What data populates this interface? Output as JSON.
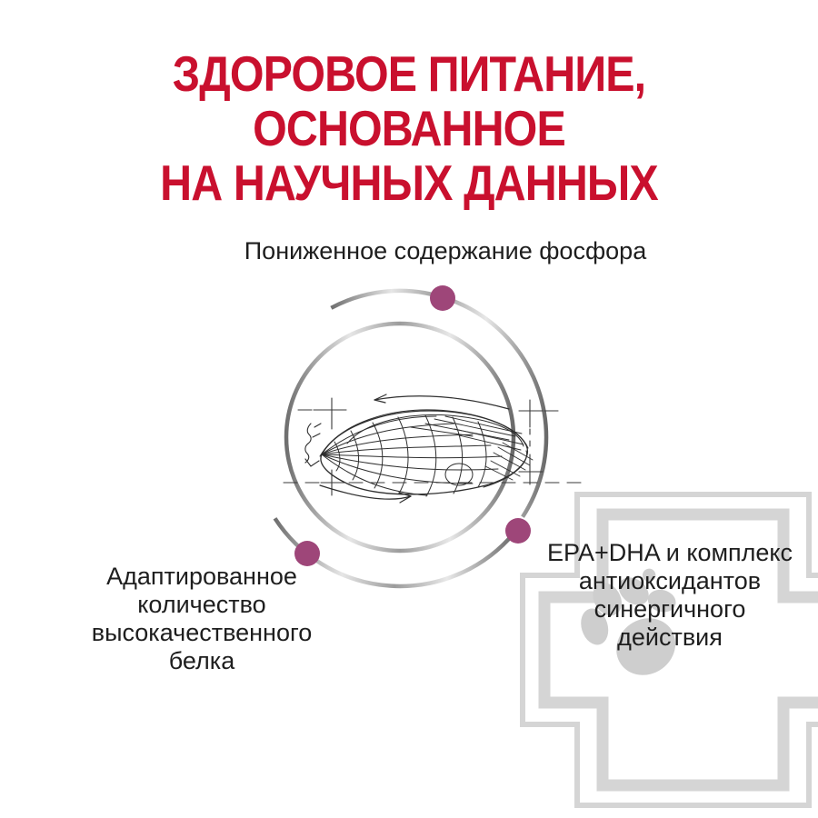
{
  "page": {
    "background": "#ffffff"
  },
  "title": {
    "line1": "ЗДОРОВОЕ ПИТАНИЕ, ОСНОВАННОЕ",
    "line2": "НА НАУЧНЫХ ДАННЫХ",
    "color": "#c9102e"
  },
  "diagram": {
    "illustration": "kibble-blueprint-sketch",
    "dot_color": "#9e4679",
    "ring_color_range": [
      "#6f6f6f",
      "#e8e8e8"
    ],
    "callouts": [
      {
        "id": "phosphorus",
        "position": "top",
        "text": "Пониженное содержание фосфора"
      },
      {
        "id": "protein",
        "position": "bottom-left",
        "text": "Адаптированное\nколичество\nвысокачественного\nбелка"
      },
      {
        "id": "epa-dha",
        "position": "right",
        "text": "EPA+DHA и комплекс\nантиоксидантов\nсинергичного\nдействия"
      }
    ]
  },
  "watermark": {
    "name": "vet-cross-paw",
    "color": "#d5d5d5"
  }
}
